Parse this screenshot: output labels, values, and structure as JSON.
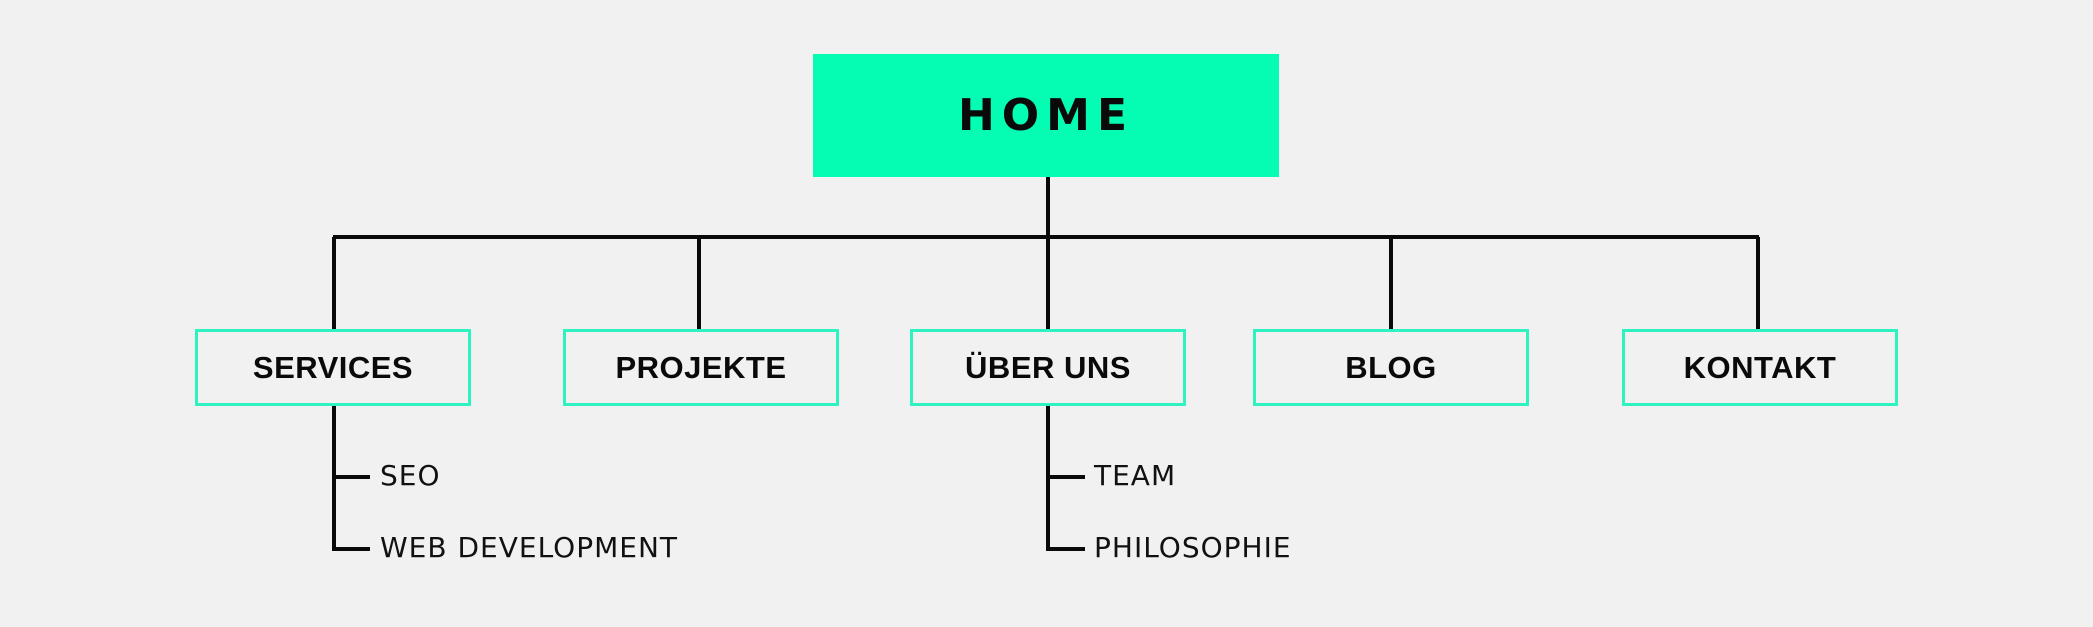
{
  "root": {
    "label": "HOME",
    "color": "#04fdb3"
  },
  "accent_border": "#2ef2c0",
  "line_color": "#0a0a0a",
  "children": [
    {
      "label": "SERVICES",
      "subitems": [
        "SEO",
        "WEB DEVELOPMENT"
      ]
    },
    {
      "label": "PROJEKTE",
      "subitems": []
    },
    {
      "label": "ÜBER UNS",
      "subitems": [
        "TEAM",
        "PHILOSOPHIE"
      ]
    },
    {
      "label": "BLOG",
      "subitems": []
    },
    {
      "label": "KONTAKT",
      "subitems": []
    }
  ]
}
